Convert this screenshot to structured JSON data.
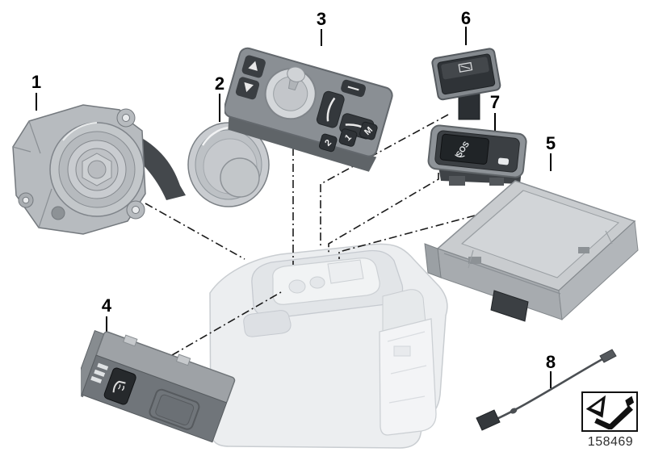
{
  "footer": {
    "diagram_number": "158469"
  },
  "callouts": [
    {
      "label": "1"
    },
    {
      "label": "2"
    },
    {
      "label": "3"
    },
    {
      "label": "4"
    },
    {
      "label": "5"
    },
    {
      "label": "6"
    },
    {
      "label": "7"
    },
    {
      "label": "8"
    }
  ],
  "parts": {
    "seat_memory_switch": {
      "buttons": [
        "M",
        "1",
        "2"
      ]
    },
    "rear_switch": {
      "screen_text": "SOS"
    }
  },
  "colors": {
    "background": "#ffffff",
    "leader_line": "#1a1a1a",
    "callout_text": "#000000",
    "part_dark": "#34383c",
    "part_mid": "#8e9398",
    "part_light": "#c9cccf",
    "console_ghost_fill": "#eceef0",
    "console_ghost_stroke": "#c9cdd1"
  }
}
